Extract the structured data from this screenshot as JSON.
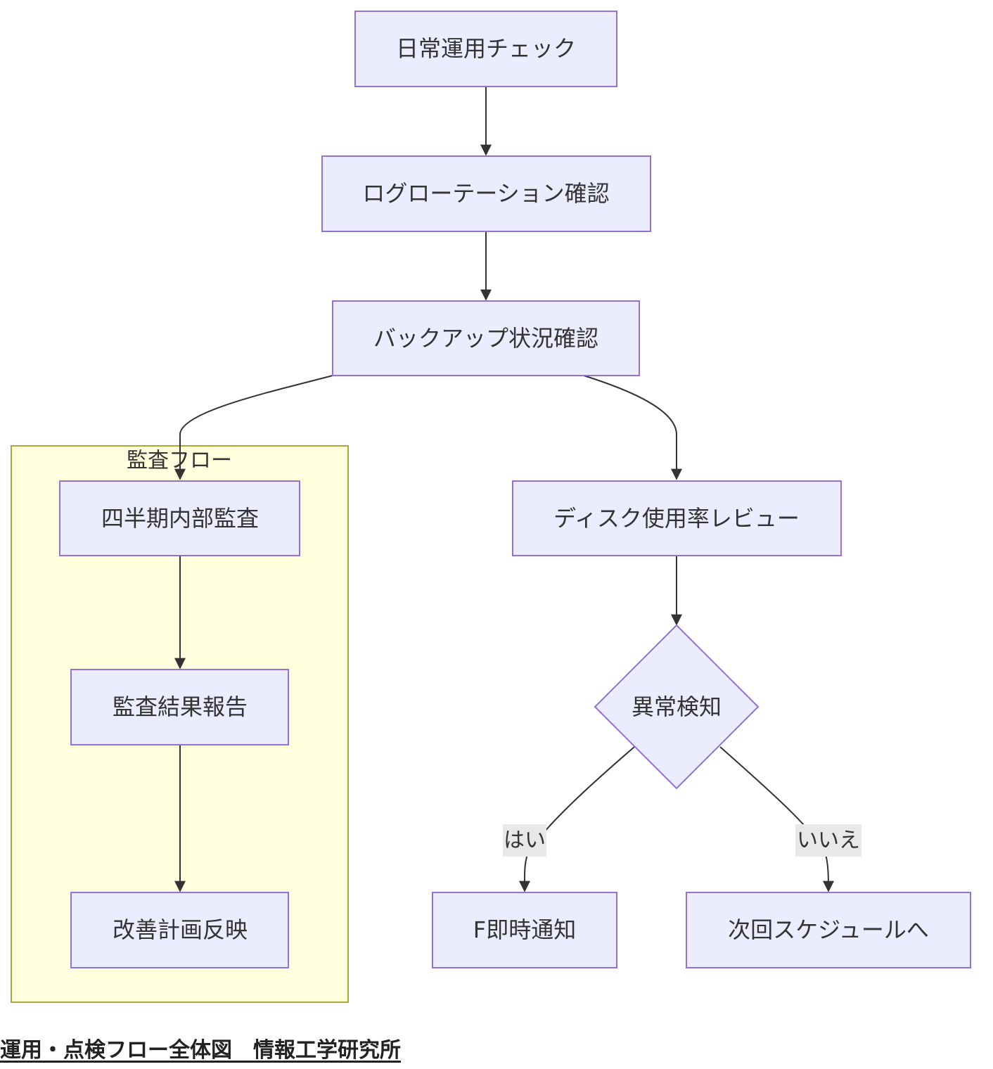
{
  "diagram": {
    "cluster": {
      "label": "監査フロー"
    },
    "nodes": {
      "daily_check": "日常運用チェック",
      "log_rotation": "ログローテーション確認",
      "backup": "バックアップ状況確認",
      "quarterly_audit": "四半期内部監査",
      "audit_report": "監査結果報告",
      "improvement": "改善計画反映",
      "disk_review": "ディスク使用率レビュー",
      "anomaly": "異常検知",
      "notify": "F即時通知",
      "next_schedule": "次回スケジュールへ"
    },
    "edge_labels": {
      "yes": "はい",
      "no": "いいえ"
    },
    "colors": {
      "node_fill": "#ECECFF",
      "node_stroke": "#9370DB",
      "cluster_fill": "#FFFFDE",
      "cluster_stroke": "#AAAA33",
      "edge": "#333333",
      "edge_label_bg": "#E8E8E8"
    }
  },
  "caption": "運用・点検フロー全体図　情報工学研究所"
}
